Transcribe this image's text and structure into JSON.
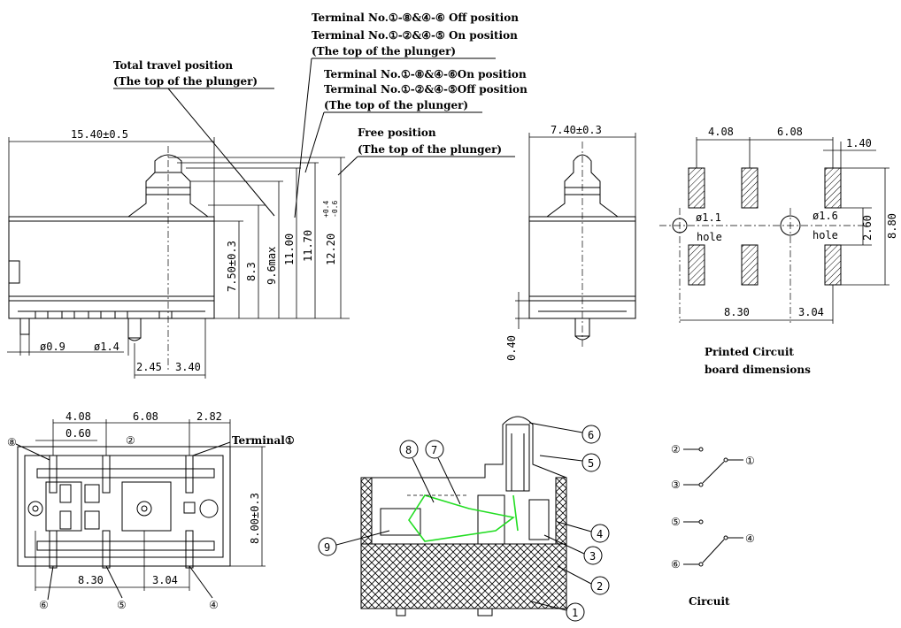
{
  "annotations": {
    "t8_off": "Terminal No.①-⑧&④-⑥ Off position",
    "t2_on": "Terminal No.①-②&④-⑤ On position",
    "top_plunger_1": "(The top of the plunger)",
    "total_travel": "Total travel position",
    "top_plunger_2": "(The top of the plunger)",
    "t8_on": "Terminal No.①-⑧&④-⑥On position",
    "t2_off": "Terminal No.①-②&④-⑤Off position",
    "top_plunger_3": "(The top of the plunger)",
    "free_position": "Free position",
    "top_plunger_4": "(The top of the plunger)"
  },
  "side_view": {
    "width": "15.40±0.5",
    "h750": "7.50±0.3",
    "h83": "8.3",
    "h96": "9.6max",
    "h1100": "11.00",
    "h1170": "11.70",
    "h1220": "12.20",
    "h1220_tol_up": "+0.4",
    "h1220_tol_dn": "-0.6",
    "pin09": "ø0.9",
    "pin14": "ø1.4",
    "d245": "2.45",
    "d340": "3.40"
  },
  "front_view": {
    "width": "7.40±0.3",
    "h040": "0.40"
  },
  "pcb": {
    "d408": "4.08",
    "d608": "6.08",
    "d140": "1.40",
    "hole11": "ø1.1",
    "hole16": "ø1.6",
    "hole_a": "hole",
    "hole_b": "hole",
    "d260": "2.60",
    "d880": "8.80",
    "d830": "8.30",
    "d304": "3.04",
    "caption1": "Printed Circuit",
    "caption2": "board dimensions"
  },
  "bottom_view": {
    "d408": "4.08",
    "d608": "6.08",
    "d282": "2.82",
    "d060": "0.60",
    "h800": "8.00±0.3",
    "d830": "8.30",
    "d304": "3.04",
    "terminal1": "Terminal①",
    "lbl8": "⑧",
    "lbl2": "②",
    "lbl6": "⑥",
    "lbl5": "⑤",
    "lbl4": "④"
  },
  "section_view": {
    "c1": "1",
    "c2": "2",
    "c3": "3",
    "c4": "4",
    "c5": "5",
    "c6": "6",
    "c7": "7",
    "c8": "8",
    "c9": "9"
  },
  "circuit": {
    "n2": "②",
    "n3": "③",
    "n5": "⑤",
    "n6": "⑥",
    "n1": "①",
    "n4": "④",
    "caption": "Circuit"
  },
  "colors": {
    "line": "#000000",
    "spring": "#22dd22",
    "background": "#ffffff"
  }
}
